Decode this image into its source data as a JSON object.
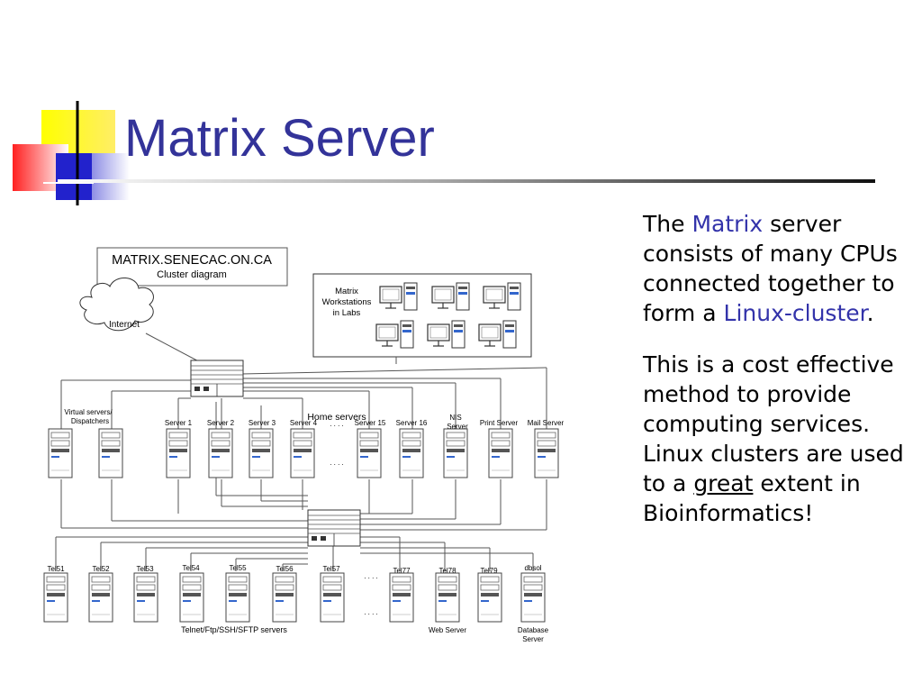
{
  "slide": {
    "title": "Matrix Server",
    "colors": {
      "title": "#333399",
      "accent": "#3333aa"
    }
  },
  "paragraph1": {
    "prefix": "The ",
    "highlight1": "Matrix",
    "middle": " server consists of many CPUs connected together to form a ",
    "highlight2": "Linux-cluster",
    "suffix": "."
  },
  "paragraph2": {
    "prefix": "This is a cost effective method to provide computing services. Linux clusters are used to a ",
    "underlined": "great",
    "suffix": " extent in Bioinformatics!"
  },
  "diagram": {
    "box_title": "MATRIX.SENECAC.ON.CA",
    "box_subtitle": "Cluster diagram",
    "internet_label": "Internet",
    "workstations_label": [
      "Matrix",
      "Workstations",
      "in Labs"
    ],
    "home_servers_label": "Home servers",
    "virtual_servers_label": [
      "Virtual servers/",
      "Dispatchers"
    ],
    "top_servers": [
      "Server 1",
      "Server 2",
      "Server 3",
      "Server 4",
      "Server 15",
      "Server 16"
    ],
    "nis_label": [
      "NIS",
      "Server"
    ],
    "print_label": "Print Server",
    "mail_label": "Mail Server",
    "ellipsis": ". . . .",
    "bottom_servers": [
      "Tel51",
      "Tel52",
      "Tel53",
      "Tel54",
      "Tel55",
      "Tel56",
      "Tel57",
      "Tel77",
      "Tel78",
      "Tel79",
      "dbsol"
    ],
    "telnet_label": "Telnet/Ftp/SSH/SFTP servers",
    "web_label": "Web Server",
    "database_label": [
      "Database",
      "Server"
    ]
  }
}
